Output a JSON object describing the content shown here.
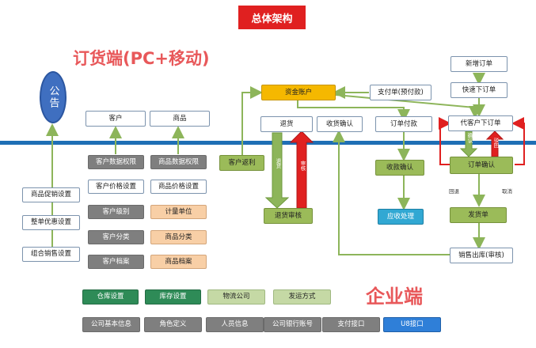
{
  "title": "总体架构",
  "front_label": "订货端(PC+移动)",
  "back_label": "企业端",
  "notice": "公告",
  "nodes": {
    "customer": "客户",
    "product": "商品",
    "cust_perm": "客户数据权限",
    "prod_perm": "商品数据权限",
    "cust_price": "客户价格设置",
    "prod_price": "商品价格设置",
    "cust_level": "客户级别",
    "unit": "计量单位",
    "cust_category": "客户分类",
    "prod_category": "商品分类",
    "cust_archive": "客户档案",
    "prod_archive": "商品档案",
    "promo": "商品促销设置",
    "order_discount": "整单优惠设置",
    "combo": "组合销售设置",
    "cust_benefit": "客户返利",
    "fund_account": "资金账户",
    "payment": "支付单(预付款)",
    "return": "退货",
    "receipt_confirm": "收货确认",
    "order_pay": "订单付款",
    "return_review": "退货审核",
    "collect_confirm": "收款确认",
    "receivable": "应收处理",
    "sales_out": "销售出库(审核)",
    "new_order": "新增订单",
    "quick_order": "快速下订单",
    "proxy_order": "代客户下订单",
    "order_confirm": "订单确认",
    "ship_order": "发货单",
    "warehouse": "仓库设置",
    "inventory": "库存设置",
    "logistics": "物流公司",
    "ship_method": "发运方式",
    "company_info": "公司基本信息",
    "role": "角色定义",
    "staff": "人员信息",
    "bank": "公司银行账号",
    "pay_api": "支付接口",
    "u8_api": "U8接口"
  },
  "labels": {
    "return_arrow": "退货",
    "review_arrow": "审核",
    "confirm_arrow": "确认",
    "reject_arrow": "驳回",
    "rollback": "回退",
    "cancel": "取消"
  },
  "colors": {
    "timeline": "#1f6fb5",
    "arrow_green": "#8db55a",
    "arrow_red": "#e02020",
    "title_red": "#e02020"
  }
}
